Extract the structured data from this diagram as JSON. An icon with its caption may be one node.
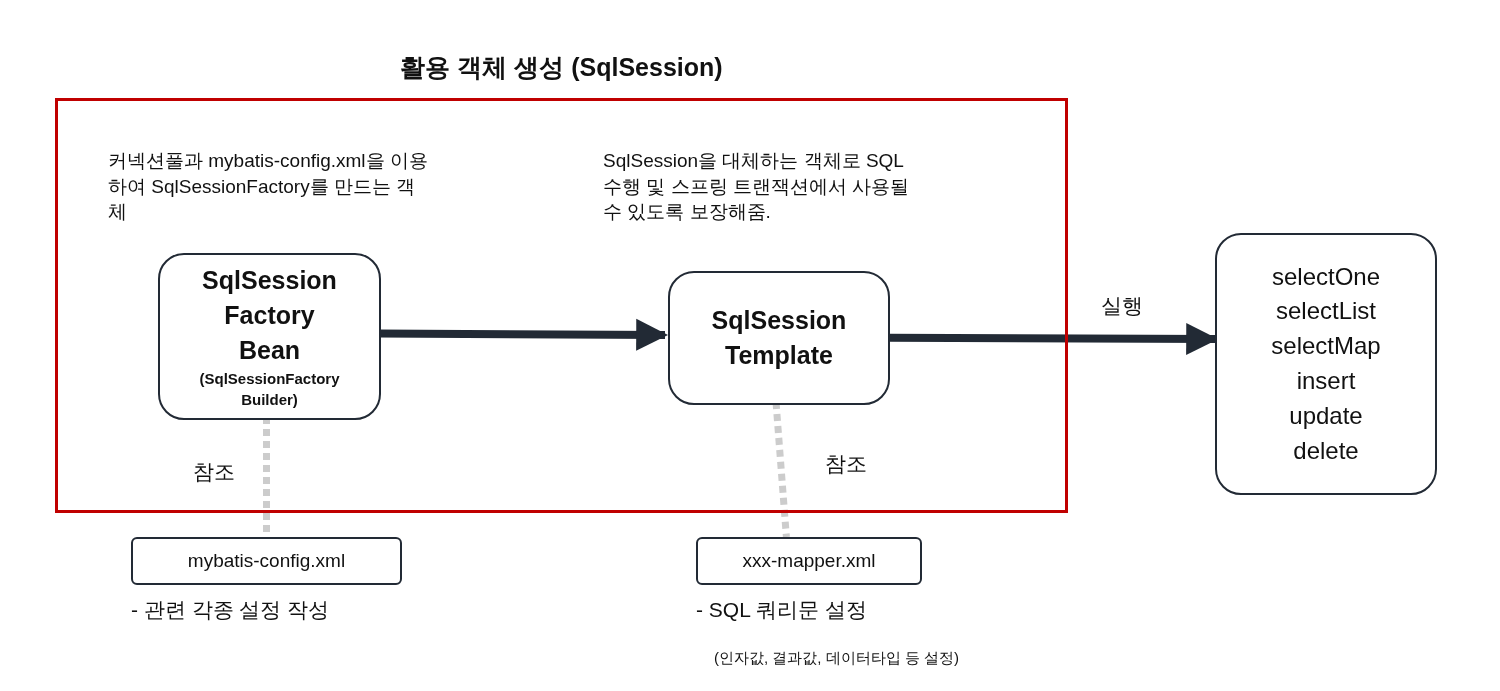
{
  "diagram": {
    "nodes": [
      {
        "text": [
          "활용 객체 생성 (SqlSession)"
        ]
      },
      {
        "text": [
          "SqlSession Factory Bean",
          "(SqlSessionFactory Builder)"
        ],
        "in": 0,
        "beside": [
          "커넥션풀과 mybatis-config.xml을 이용하여 SqlSessionFactory를 만드는 객체"
        ]
      },
      {
        "text": [
          "SqlSession Template"
        ],
        "in": 0,
        "beside": [
          "SqlSession을 대체하는 객체로 SQL 수행 및 스프링 트랜잭션에서 사용될 수 있도록 보장해줌."
        ]
      },
      {
        "text": [
          "selectOne",
          "selectList",
          "selectMap",
          "insert",
          "update",
          "delete"
        ]
      },
      {
        "text": [
          "mybatis-config.xml"
        ],
        "beside": [
          "- 관련 각종 설정 작성"
        ]
      },
      {
        "text": [
          "xxx-mapper.xml"
        ],
        "beside": [
          "- SQL 쿼리문 설정",
          "(인자값, 결과값, 데이터타입 등 설정)"
        ]
      }
    ],
    "edges": [
      {
        "from": 1,
        "to": 2,
        "arrow": "to"
      },
      {
        "from": 2,
        "to": 3,
        "arrow": "to",
        "label": "실행"
      },
      {
        "from": 1,
        "to": 4,
        "arrow": "none",
        "style": "dashed",
        "color": "#cccccc",
        "label": "참조"
      },
      {
        "from": 2,
        "to": 5,
        "arrow": "none",
        "style": "dashed",
        "color": "#cccccc",
        "label": "참조"
      }
    ]
  }
}
